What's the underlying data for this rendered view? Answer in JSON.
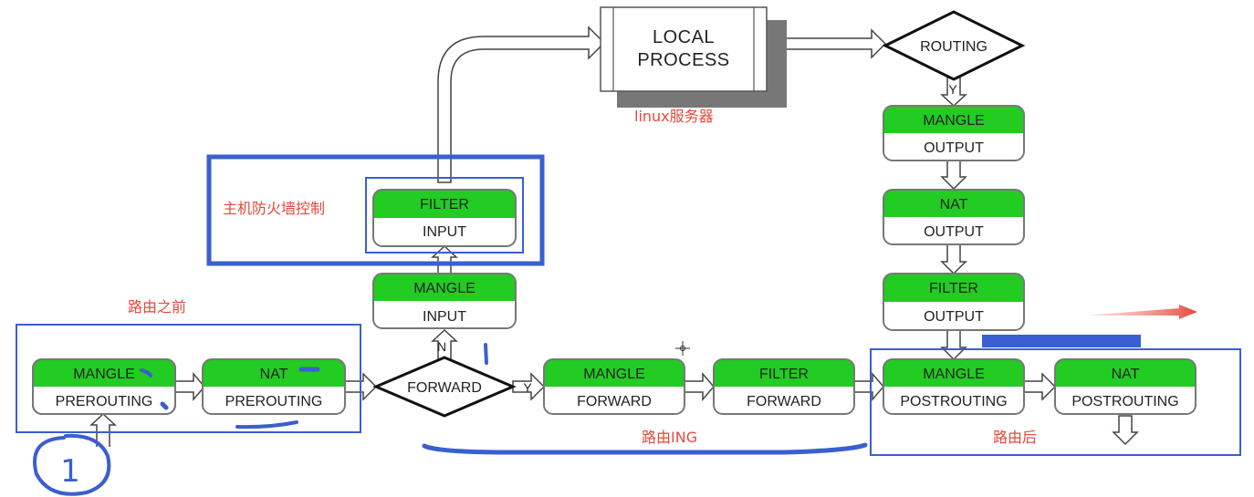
{
  "local_process": {
    "line1": "LOCAL",
    "line2": "PROCESS"
  },
  "decisions": {
    "routing": "ROUTING",
    "forward": "FORWARD"
  },
  "branch_labels": {
    "y_routing": "Y",
    "n_forward": "N",
    "y_forward": "Y"
  },
  "chains": {
    "mangle_prerouting": {
      "table": "MANGLE",
      "chain": "PREROUTING"
    },
    "nat_prerouting": {
      "table": "NAT",
      "chain": "PREROUTING"
    },
    "mangle_input": {
      "table": "MANGLE",
      "chain": "INPUT"
    },
    "filter_input": {
      "table": "FILTER",
      "chain": "INPUT"
    },
    "mangle_forward": {
      "table": "MANGLE",
      "chain": "FORWARD"
    },
    "filter_forward": {
      "table": "FILTER",
      "chain": "FORWARD"
    },
    "mangle_output": {
      "table": "MANGLE",
      "chain": "OUTPUT"
    },
    "nat_output": {
      "table": "NAT",
      "chain": "OUTPUT"
    },
    "filter_output": {
      "table": "FILTER",
      "chain": "OUTPUT"
    },
    "mangle_postrouting": {
      "table": "MANGLE",
      "chain": "POSTROUTING"
    },
    "nat_postrouting": {
      "table": "NAT",
      "chain": "POSTROUTING"
    }
  },
  "annotations": {
    "linux_server": "linux服务器",
    "host_firewall": "主机防火墙控制",
    "before_routing": "路由之前",
    "routing_ing": "路由ING",
    "after_routing": "路由后",
    "handwritten_one": "1"
  },
  "colors": {
    "chain_header": "#22cc22",
    "annotation_text": "#e8473a",
    "annotation_box": "#3a5fd0",
    "arrow_red": "#e8473a"
  }
}
